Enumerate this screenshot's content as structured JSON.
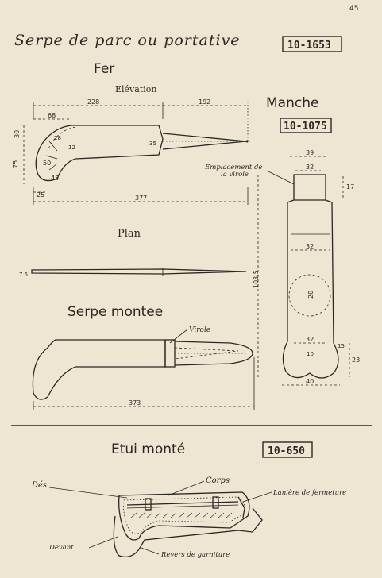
{
  "page_number": "45",
  "title": "Serpe de parc ou portative",
  "title_ref": "10-1653",
  "fer": {
    "label": "Fer",
    "elevation_label": "Elévation",
    "plan_label": "Plan",
    "dims": {
      "d228": "228",
      "d192": "192",
      "d68": "68",
      "d30": "30",
      "d75": "75",
      "d25": "25",
      "d50": "50",
      "d45": "45",
      "d377": "377",
      "d35": "35",
      "d28": "28",
      "d12": "12",
      "plan75": "7.5"
    }
  },
  "manche": {
    "label": "Manche",
    "ref": "10-1075",
    "note_line1": "Emplacement de",
    "note_line2": "la virole",
    "dims": {
      "d39": "39",
      "d32top": "32",
      "d17": "17",
      "d32mid": "32",
      "d103": "103.5",
      "d20": "20",
      "d32bot": "32",
      "d40": "40",
      "d10": "10",
      "d15": "15",
      "d23": "23"
    }
  },
  "serpe_montee": {
    "label": "Serpe montee",
    "virole_label": "Virole",
    "dim373": "373"
  },
  "etui": {
    "label": "Etui monté",
    "ref": "10-650",
    "callouts": {
      "des": "Dés",
      "corps": "Corps",
      "laniere": "Lanière de fermeture",
      "devant": "Devant",
      "revers": "Revers de garniture"
    }
  }
}
